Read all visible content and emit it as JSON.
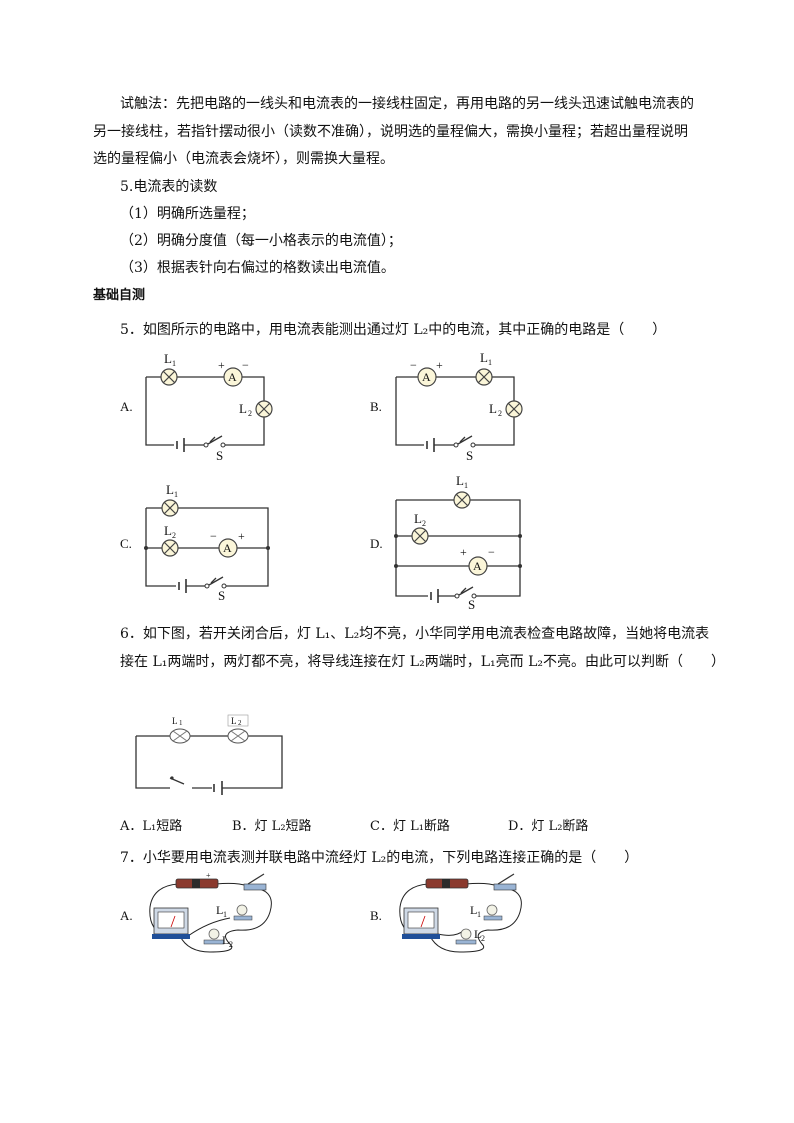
{
  "text": {
    "p1_line1": "试触法：先把电路的一线头和电流表的一接线柱固定，再用电路的另一线头迅速试触电流表的",
    "p1_line2": "另一接线柱，若指针摆动很小（读数不准确），说明选的量程偏大，需换小量程；若超出量程说明",
    "p1_line3": "选的量程偏小（电流表会烧坏），则需换大量程。",
    "h5": "5.电流表的读数",
    "s1": "（1）明确所选量程；",
    "s2": "（2）明确分度值（每一小格表示的电流值）；",
    "s3": "（3）根据表针向右偏过的格数读出电流值。",
    "section": "基础自测",
    "q5": "5．如图所示的电路中，用电流表能测出通过灯 L₂中的电流，其中正确的电路是（　　）",
    "q6_line1": "6．如下图，若开关闭合后，灯 L₁、L₂均不亮，小华同学用电流表检查电路故障，当她将电流表",
    "q6_line2": "接在 L₁两端时，两灯都不亮，将导线连接在灯 L₂两端时，L₁亮而 L₂不亮。由此可以判断（　　）",
    "q6_optA": "A．L₁短路",
    "q6_optB": "B．灯 L₂短路",
    "q6_optC": "C．灯 L₁断路",
    "q6_optD": "D．灯 L₂断路",
    "q7": "7．小华要用电流表测并联电路中流经灯 L₂的电流，下列电路连接正确的是（　　）"
  },
  "diagram_labels": {
    "optA": "A.",
    "optB": "B.",
    "optC": "C.",
    "optD": "D.",
    "L1": "L",
    "L2": "L",
    "sub1": "1",
    "sub2": "2",
    "ammeter": "A",
    "switch": "S",
    "plus": "+",
    "minus": "−"
  }
}
